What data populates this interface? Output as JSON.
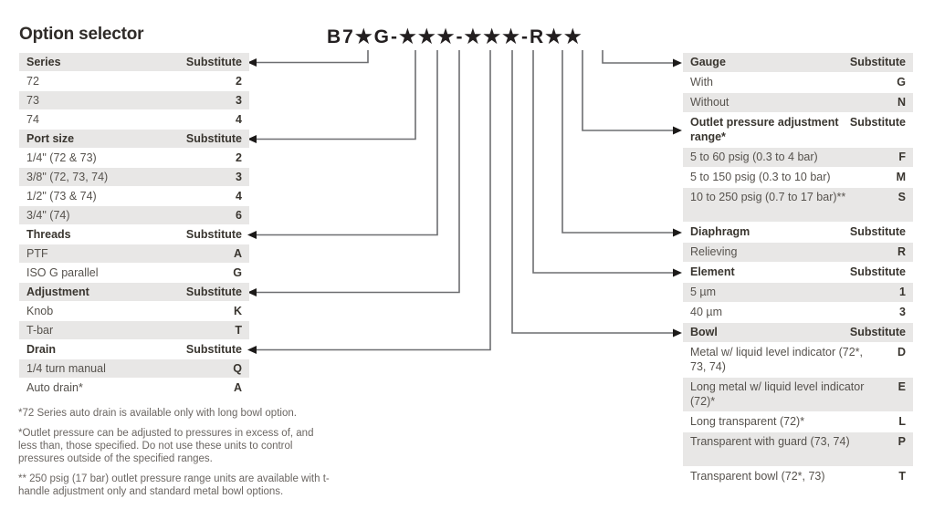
{
  "title": "Option selector",
  "part_number": "B7★G-★★★-★★★-R★★",
  "left_table": {
    "sections": [
      {
        "header": "Series",
        "substitute_label": "Substitute",
        "rows": [
          {
            "label": "72",
            "value": "2"
          },
          {
            "label": "73",
            "value": "3"
          },
          {
            "label": "74",
            "value": "4"
          }
        ]
      },
      {
        "header": "Port size",
        "substitute_label": "Substitute",
        "rows": [
          {
            "label": "1/4\" (72 & 73)",
            "value": "2"
          },
          {
            "label": "3/8\" (72, 73, 74)",
            "value": "3"
          },
          {
            "label": "1/2\" (73 & 74)",
            "value": "4"
          },
          {
            "label": "3/4\" (74)",
            "value": "6"
          }
        ]
      },
      {
        "header": "Threads",
        "substitute_label": "Substitute",
        "rows": [
          {
            "label": "PTF",
            "value": "A"
          },
          {
            "label": "ISO G parallel",
            "value": "G"
          }
        ]
      },
      {
        "header": "Adjustment",
        "substitute_label": "Substitute",
        "rows": [
          {
            "label": "Knob",
            "value": "K"
          },
          {
            "label": "T-bar",
            "value": "T"
          }
        ]
      },
      {
        "header": "Drain",
        "substitute_label": "Substitute",
        "rows": [
          {
            "label": "1/4 turn manual",
            "value": "Q"
          },
          {
            "label": "Auto drain*",
            "value": "A"
          }
        ]
      }
    ]
  },
  "right_table": {
    "sections": [
      {
        "header": "Gauge",
        "substitute_label": "Substitute",
        "rows": [
          {
            "label": "With",
            "value": "G"
          },
          {
            "label": "Without",
            "value": "N"
          }
        ]
      },
      {
        "header": "Outlet pressure adjustment range*",
        "substitute_label": "Substitute",
        "rows": [
          {
            "label": "5 to 60 psig (0.3 to 4 bar)",
            "value": "F"
          },
          {
            "label": "5 to 150 psig (0.3 to 10 bar)",
            "value": "M"
          },
          {
            "label": "10 to 250 psig (0.7 to 17 bar)**",
            "value": "S"
          }
        ]
      },
      {
        "header": "Diaphragm",
        "substitute_label": "Substitute",
        "rows": [
          {
            "label": "Relieving",
            "value": "R"
          }
        ]
      },
      {
        "header": "Element",
        "substitute_label": "Substitute",
        "rows": [
          {
            "label": "5 µm",
            "value": "1"
          },
          {
            "label": "40 µm",
            "value": "3"
          }
        ]
      },
      {
        "header": "Bowl",
        "substitute_label": "Substitute",
        "rows": [
          {
            "label": "Metal w/ liquid level indicator (72*, 73, 74)",
            "value": "D"
          },
          {
            "label": "Long metal w/ liquid level indicator (72)*",
            "value": "E"
          },
          {
            "label": "Long transparent (72)*",
            "value": "L"
          },
          {
            "label": "Transparent with guard (73, 74)",
            "value": "P"
          },
          {
            "label": "Transparent bowl (72*, 73)",
            "value": "T"
          }
        ]
      }
    ]
  },
  "footnotes": [
    "*72 Series auto drain is available only with long bowl option.",
    "*Outlet pressure can be adjusted to pressures in excess of, and less than, those specified. Do not use these units to control pressures outside of the specified ranges.",
    "** 250 psig (17 bar) outlet pressure range units are available with t-handle adjustment only and standard metal bowl options."
  ],
  "colors": {
    "row_shade": "#e8e7e6",
    "text": "#56524d",
    "heading": "#39352f",
    "line": "#6d6e71",
    "arrowhead": "#1c1a19",
    "part_number": "#231f20"
  }
}
